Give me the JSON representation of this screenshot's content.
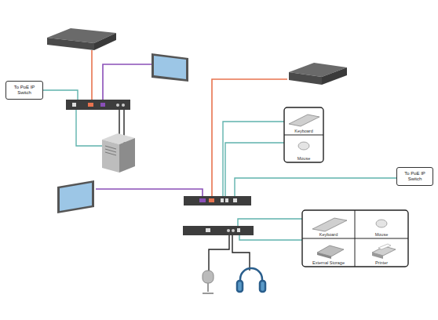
{
  "diagram": {
    "nodes": [
      {
        "text": [
          "To PoE IP Switch"
        ]
      },
      {
        "text": [
          "Keyboard"
        ]
      },
      {
        "text": [
          "Mouse"
        ]
      },
      {
        "text": [
          "To PoE IP Switch"
        ]
      },
      {
        "text": [
          "Keyboard"
        ]
      },
      {
        "text": [
          "Mouse"
        ]
      },
      {
        "text": [
          "External Storage"
        ]
      },
      {
        "text": [
          "Printer"
        ]
      }
    ]
  }
}
